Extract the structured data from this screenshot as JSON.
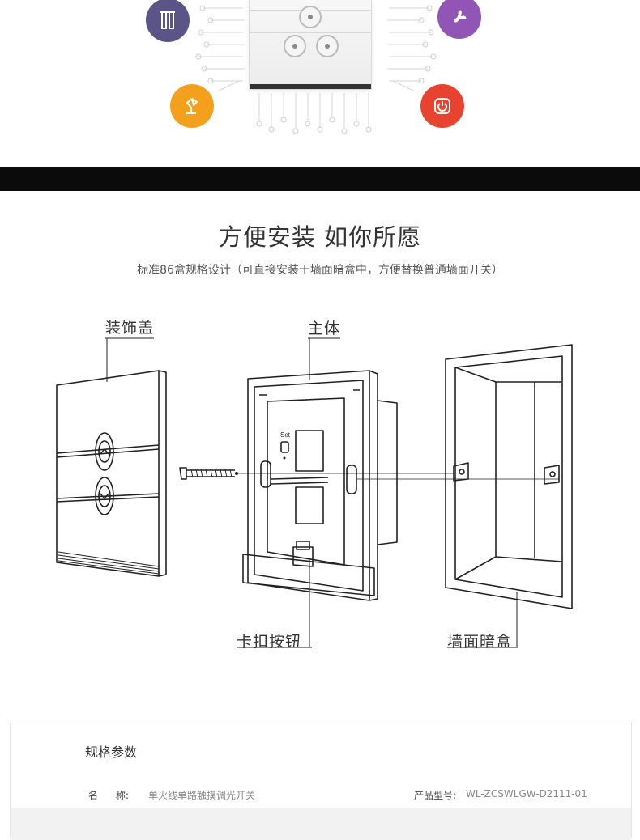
{
  "hero": {
    "icons": [
      {
        "name": "curtain-icon",
        "color": "#5b5587"
      },
      {
        "name": "fan-icon",
        "color": "#9156b5"
      },
      {
        "name": "desk-lamp-icon",
        "color": "#f3a01c"
      },
      {
        "name": "power-icon",
        "color": "#e8432f"
      }
    ]
  },
  "install": {
    "title": "方便安装 如你所愿",
    "subtitle": "标准86盒规格设计（可直接安装于墙面暗盒中，方便替换普通墙面开关）",
    "labels": {
      "cover": "装饰盖",
      "body": "主体",
      "button": "卡扣按钮",
      "box": "墙面暗盒"
    },
    "set_label": "Set"
  },
  "specs": {
    "title": "规格参数",
    "name_label_1": "名",
    "name_label_2": "称:",
    "name_value": "单火线单路触摸调光开关",
    "model_label": "产品型号:",
    "model_value": "WL-ZCSWLGW-D2111-01"
  }
}
